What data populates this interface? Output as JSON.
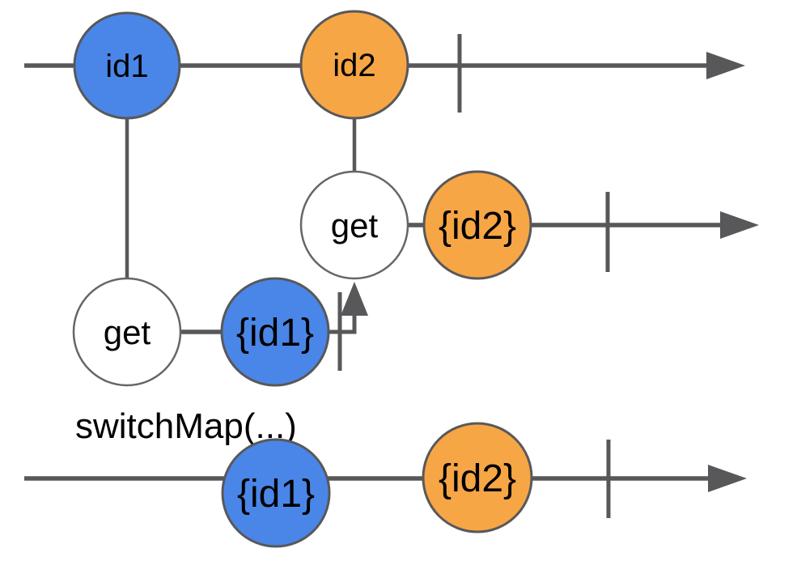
{
  "operator_label": "switchMap(...)",
  "source_stream": {
    "marble_1": "id1",
    "marble_2": "id2"
  },
  "inner_stream_1": {
    "request": "get",
    "result": "{id1}"
  },
  "inner_stream_2": {
    "request": "get",
    "result": "{id2}"
  },
  "output_stream": {
    "marble_1": "{id1}",
    "marble_2": "{id2}"
  },
  "colors": {
    "marble_blue": "#4a86e8",
    "marble_orange": "#f7a645",
    "stroke_gray": "#58585a",
    "request_fill": "#ffffff",
    "label_black": "#000000"
  }
}
